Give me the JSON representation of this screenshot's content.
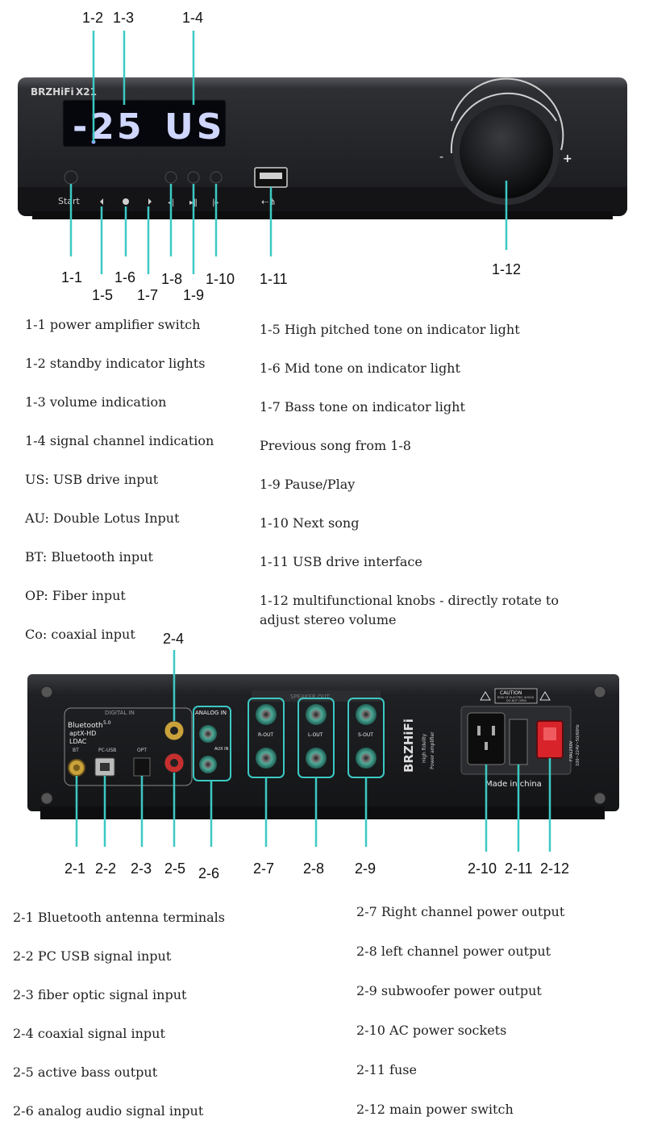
{
  "front_panel": {
    "brand": "BRZHiFi",
    "model": "X21",
    "display": {
      "volume": "-25",
      "channel": "US"
    },
    "start_label": "Start",
    "knob_minus": "-",
    "knob_plus": "+"
  },
  "rear_panel": {
    "digital_in_label": "DIGITAL IN",
    "bluetooth_label": "Bluetooth",
    "bluetooth_version": "5.0",
    "codec_line1": "aptX-HD",
    "codec_line2": "LDAC",
    "bt_port": "BT",
    "pcusb_port": "PC-USB",
    "opt_port": "OPT",
    "analog_in_label": "ANALOG IN",
    "aux_label": "AUX IN",
    "speaker_out_label": "SPEAKER OUT",
    "r_out": "R-OUT",
    "l_out": "L-OUT",
    "s_out": "S-OUT",
    "brand": "BRZHiFi",
    "tagline1": "High fidelity",
    "tagline2": "Power amplifier",
    "caution": "CAUTION",
    "caution_sub": "RISK OF ELECTRIC SHOCK",
    "caution_sub2": "DO NOT OPEN",
    "fuse_rating": "F3AL250V",
    "voltage": "100~224V~50/60Hz",
    "made_in": "Made in china"
  },
  "callouts_front": [
    "1-1",
    "1-2",
    "1-3",
    "1-4",
    "1-5",
    "1-6",
    "1-7",
    "1-8",
    "1-9",
    "1-10",
    "1-11",
    "1-12"
  ],
  "callouts_rear": [
    "2-1",
    "2-2",
    "2-3",
    "2-4",
    "2-5",
    "2-6",
    "2-7",
    "2-8",
    "2-9",
    "2-10",
    "2-11",
    "2-12"
  ],
  "legend_front_left": [
    "1-1 power amplifier switch",
    "1-2 standby indicator lights",
    "1-3 volume indication",
    "1-4 signal channel indication",
    "US: USB drive input",
    "AU: Double Lotus Input",
    "BT: Bluetooth input",
    "OP: Fiber input",
    "Co: coaxial input"
  ],
  "legend_front_right": [
    "1-5 High pitched tone on indicator light",
    "1-6 Mid tone on indicator light",
    "1-7 Bass tone on indicator light",
    "Previous song from 1-8",
    "1-9 Pause/Play",
    "1-10 Next song",
    "1-11 USB drive interface",
    "1-12 multifunctional knobs - directly rotate to",
    "adjust stereo volume"
  ],
  "legend_rear_left": [
    "2-1 Bluetooth antenna terminals",
    "2-2 PC USB signal input",
    "2-3 fiber optic signal input",
    "2-4 coaxial signal input",
    "2-5 active bass output",
    "2-6 analog audio signal input"
  ],
  "legend_rear_right": [
    "2-7 Right channel power output",
    "2-8 left channel power output",
    "2-9 subwoofer power output",
    "2-10 AC power sockets",
    "2-11 fuse",
    "2-12 main power switch"
  ],
  "colors": {
    "leader": "#3cc9c4",
    "chassis": "#2b2c2f",
    "display_glow": "#cfd6ff",
    "switch_red": "#d8232a"
  }
}
